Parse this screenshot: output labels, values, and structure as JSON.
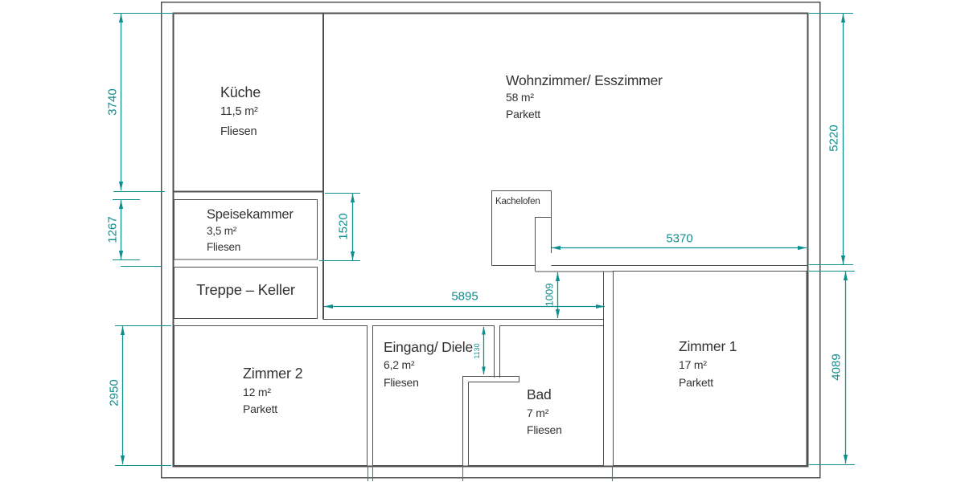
{
  "drawing": {
    "type": "floor-plan",
    "background_color": "#ffffff",
    "wall_color": "#4f4f4f",
    "text_color": "#333333",
    "dimension_color": "#0e8e8e"
  },
  "rooms": {
    "kueche": {
      "name": "Küche",
      "area": "11,5 m²",
      "floor": "Fliesen"
    },
    "wohnzimmer": {
      "name": "Wohnzimmer/ Esszimmer",
      "area": "58 m²",
      "floor": "Parkett"
    },
    "speisekammer": {
      "name": "Speisekammer",
      "area": "3,5 m²",
      "floor": "Fliesen"
    },
    "treppe": {
      "name": "Treppe – Keller"
    },
    "zimmer2": {
      "name": "Zimmer 2",
      "area": "12 m²",
      "floor": "Parkett"
    },
    "eingang": {
      "name": "Eingang/ Diele",
      "area": "6,2 m²",
      "floor": "Fliesen"
    },
    "bad": {
      "name": "Bad",
      "area": "7 m²",
      "floor": "Fliesen"
    },
    "zimmer1": {
      "name": "Zimmer 1",
      "area": "17 m²",
      "floor": "Parkett"
    }
  },
  "features": {
    "kachelofen": {
      "name": "Kachelofen"
    }
  },
  "dimensions_mm": {
    "kueche_height": "3740",
    "speisekammer_height": "1267",
    "speisekammer_right": "1520",
    "zimmer2_height": "2950",
    "wohnzimmer_right": "5220",
    "zimmer1_right": "4089",
    "wohnzimmer_bottom": "5370",
    "corridor_width": "5895",
    "corridor_height": "1009",
    "eingang_wall": "1130"
  }
}
